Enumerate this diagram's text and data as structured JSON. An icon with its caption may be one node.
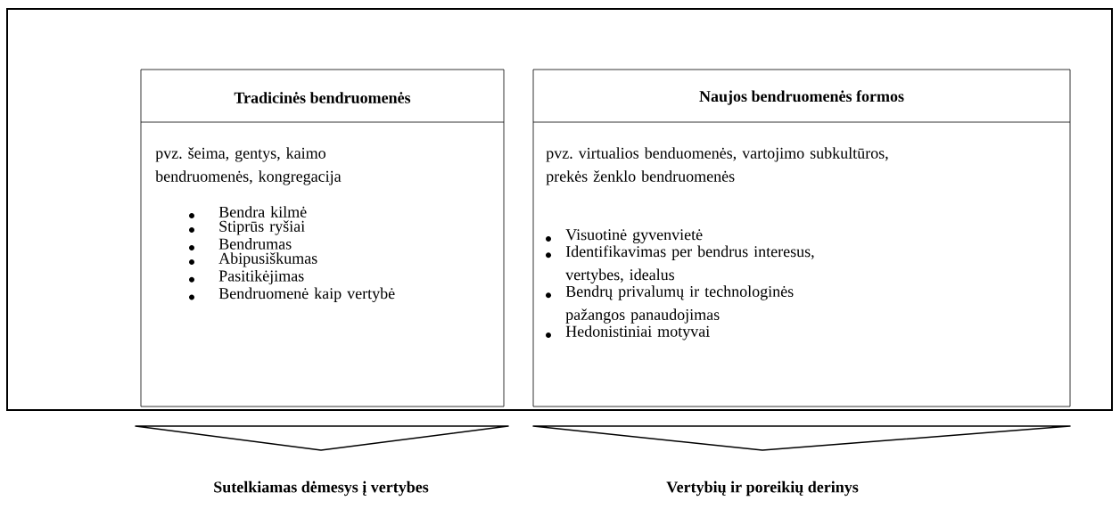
{
  "diagram": {
    "nodes": [
      {
        "text": [],
        "shape": "box"
      },
      {
        "text": [
          "Tradicinės bendruomenės",
          "pvz. šeima, gentys, kaimo bendruomenės, kongregacija",
          "Bendra kilmė",
          "Stiprūs ryšiai",
          "Bendrumas",
          "Abipusiškumas",
          "Pasitikėjimas",
          "Bendruomenė kaip vertybė"
        ],
        "in": 0
      },
      {
        "text": [
          "Naujos bendruomenės formos",
          "pvz. virtualios benduomenės, vartojimo subkultūros, prekės ženklo bendruomenės",
          "Visuotinė gyvenvietė",
          "Identifikavimas per bendrus interesus, vertybes, idealus",
          "Bendrų privalumų ir technologinės pažangos panaudojimas",
          "Hedonistiniai motyvai"
        ],
        "in": 0
      },
      {
        "text": [
          "Sutelkiamas dėmesys į vertybes"
        ]
      },
      {
        "text": [
          "Vertybių ir poreikių derinys"
        ]
      }
    ]
  }
}
